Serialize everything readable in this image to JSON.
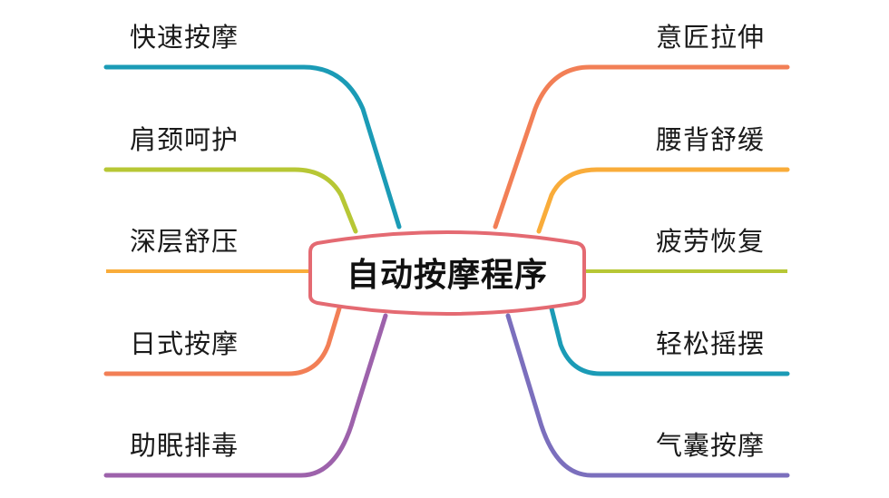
{
  "center": {
    "title": "自动按摩程序",
    "border_color": "#e46a72"
  },
  "left_branches": [
    {
      "label": "快速按摩",
      "color": "#1b9bb6"
    },
    {
      "label": "肩颈呵护",
      "color": "#b7c735"
    },
    {
      "label": "深层舒压",
      "color": "#f9ac3a"
    },
    {
      "label": "日式按摩",
      "color": "#f27f56"
    },
    {
      "label": "助眠排毒",
      "color": "#9d62ab"
    }
  ],
  "right_branches": [
    {
      "label": "意匠拉伸",
      "color": "#f27f56"
    },
    {
      "label": "腰背舒缓",
      "color": "#f9ac3a"
    },
    {
      "label": "疲劳恢复",
      "color": "#b7c735"
    },
    {
      "label": "轻松摇摆",
      "color": "#1b9bb6"
    },
    {
      "label": "气囊按摩",
      "color": "#7b6fbd"
    }
  ]
}
